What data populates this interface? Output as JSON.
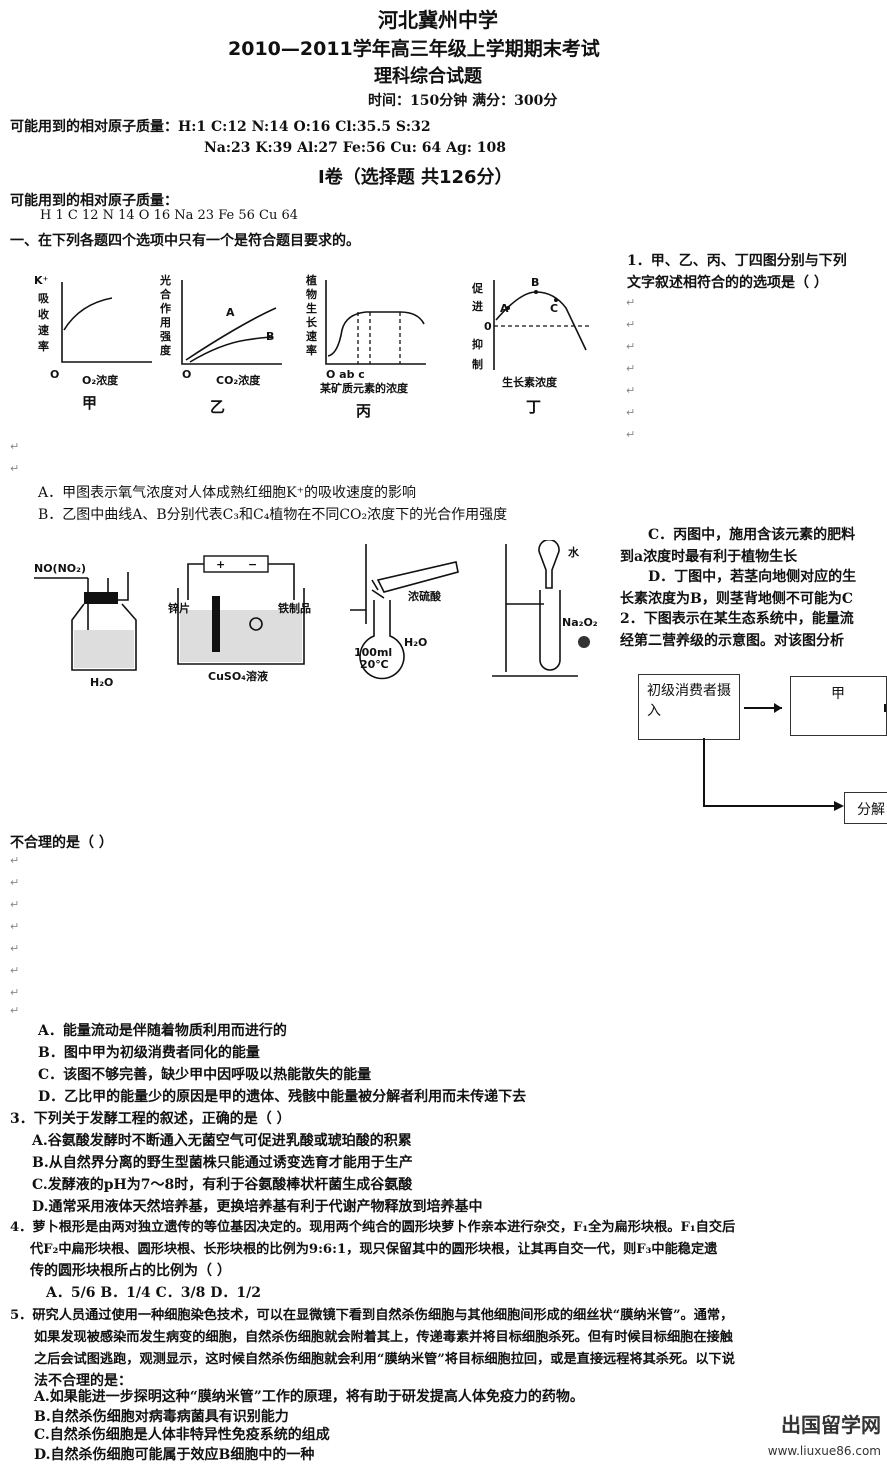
{
  "header": {
    "school": "河北冀州中学",
    "exam": "2010—2011学年高三年级上学期期末考试",
    "subject": "理科综合试题",
    "time_score": "时间：150分钟      满分：300分"
  },
  "atomic_mass": {
    "line1": "可能用到的相对原子质量：H:1  C:12   N:14    O:16    Cl:35.5   S:32",
    "line2": "Na:23    K:39   Al:27   Fe:56   Cu: 64   Ag: 108",
    "section_title": "Ⅰ卷（选择题   共126分）",
    "line3": "可能用到的相对原子质量：",
    "line4": "H   1    C    12      N    14       O    16      Na     23         Fe    56        Cu    64"
  },
  "part1_title": "一、在下列各题四个选项中只有一个是符合题目要求的。",
  "q1": {
    "stem1": "1．甲、乙、丙、丁四图分别与下列",
    "stem2": "文字叙述相符合的的选项是（    ）",
    "optA": "A．甲图表示氧气浓度对人体成熟红细胞K⁺的吸收速度的影响",
    "optB": "B．乙图中曲线A、B分别代表C₃和C₄植物在不同CO₂浓度下的光合作用强度",
    "optC1": "C．丙图中，施用含该元素的肥料",
    "optC2": "到a浓度时最有利于植物生长",
    "optD1": "D．丁图中，若茎向地侧对应的生",
    "optD2": "长素浓度为B，则茎背地侧不可能为C"
  },
  "graphs": {
    "jia": {
      "name": "甲",
      "ylabel": [
        "K⁺",
        "吸",
        "收",
        "速",
        "率"
      ],
      "xlabel": "O₂浓度",
      "origin": "O"
    },
    "yi": {
      "name": "乙",
      "ylabel": [
        "光",
        "合",
        "作",
        "用",
        "强",
        "度"
      ],
      "xlabel": "CO₂浓度",
      "origin": "O",
      "curveA": "A",
      "curveB": "B"
    },
    "bing": {
      "name": "丙",
      "ylabel": [
        "植",
        "物",
        "生",
        "长",
        "速",
        "率"
      ],
      "xlabel": "某矿质元素的浓度",
      "ticks": "O  ab    c"
    },
    "ding": {
      "name": "丁",
      "ylabel_top": [
        "促",
        "进"
      ],
      "ylabel_bottom": [
        "抑",
        "制"
      ],
      "zero": "0",
      "xlabel": "生长素浓度",
      "pA": "A",
      "pB": "B",
      "pC": "C"
    }
  },
  "apparatus": {
    "a1_label": "NO(NO₂)",
    "a1_water": "H₂O",
    "a2_plus": "+",
    "a2_minus": "−",
    "a2_zinc": "锌片",
    "a2_iron": "铁制品",
    "a2_sol": "CuSO₄溶液",
    "a3_acid": "浓硫酸",
    "a3_flask1": "100ml",
    "a3_flask2": "20℃",
    "a3_water": "H₂O",
    "a4_water": "水",
    "a4_na2o2": "Na₂O₂"
  },
  "q2": {
    "stem1": "2．下图表示在某生态系统中，能量流",
    "stem2": "经第二营养级的示意图。对该图分析",
    "box1": "初级消费者摄入",
    "box2": "甲",
    "box3": "分解",
    "stem3": "不合理的是（    ）",
    "optA": "A．能量流动是伴随着物质利用而进行的",
    "optB": "B．图中甲为初级消费者同化的能量",
    "optC": "C．该图不够完善，缺少甲中因呼吸以热能散失的能量",
    "optD": "D．乙比甲的能量少的原因是甲的遗体、残骸中能量被分解者利用而未传递下去"
  },
  "q3": {
    "stem": "3．下列关于发酵工程的叙述，正确的是（    ）",
    "optA": "A.谷氨酸发酵时不断通入无菌空气可促进乳酸或琥珀酸的积累",
    "optB": "B.从自然界分离的野生型菌株只能通过诱变选育才能用于生产",
    "optC": "C.发酵液的pH为7～8时，有利于谷氨酸棒状杆菌生成谷氨酸",
    "optD": "D.通常采用液体天然培养基，更换培养基有利于代谢产物释放到培养基中"
  },
  "q4": {
    "line1": "4．萝卜根形是由两对独立遗传的等位基因决定的。现用两个纯合的圆形块萝卜作亲本进行杂交，F₁全为扁形块根。F₁自交后",
    "line2": "代F₂中扁形块根、圆形块根、长形块根的比例为9:6:1，现只保留其中的圆形块根，让其再自交一代，则F₃中能稳定遗",
    "line3": "传的圆形块根所占的比例为（        ）",
    "opts": "A．5/6        B．1/4        C．3/8          D．1/2"
  },
  "q5": {
    "line1": "5．研究人员通过使用一种细胞染色技术，可以在显微镜下看到自然杀伤细胞与其他细胞间形成的细丝状“膜纳米管”。通常，",
    "line2": "如果发现被感染而发生病变的细胞，自然杀伤细胞就会附着其上，传递毒素并将目标细胞杀死。但有时候目标细胞在接触",
    "line3": "之后会试图逃跑，观测显示，这时候自然杀伤细胞就会利用“膜纳米管”将目标细胞拉回，或是直接远程将其杀死。以下说",
    "line4": "法不合理的是：",
    "optA": "A.如果能进一步探明这种“膜纳米管”工作的原理，将有助于研发提高人体免疫力的药物。",
    "optB": "B.自然杀伤细胞对病毒病菌具有识别能力",
    "optC": "C.自然杀伤细胞是人体非特异性免疫系统的组成",
    "optD": "D.自然杀伤细胞可能属于效应B细胞中的一种"
  },
  "watermark": {
    "name": "出国留学网",
    "url": "www.liuxue86.com"
  },
  "return_mark": "↵"
}
